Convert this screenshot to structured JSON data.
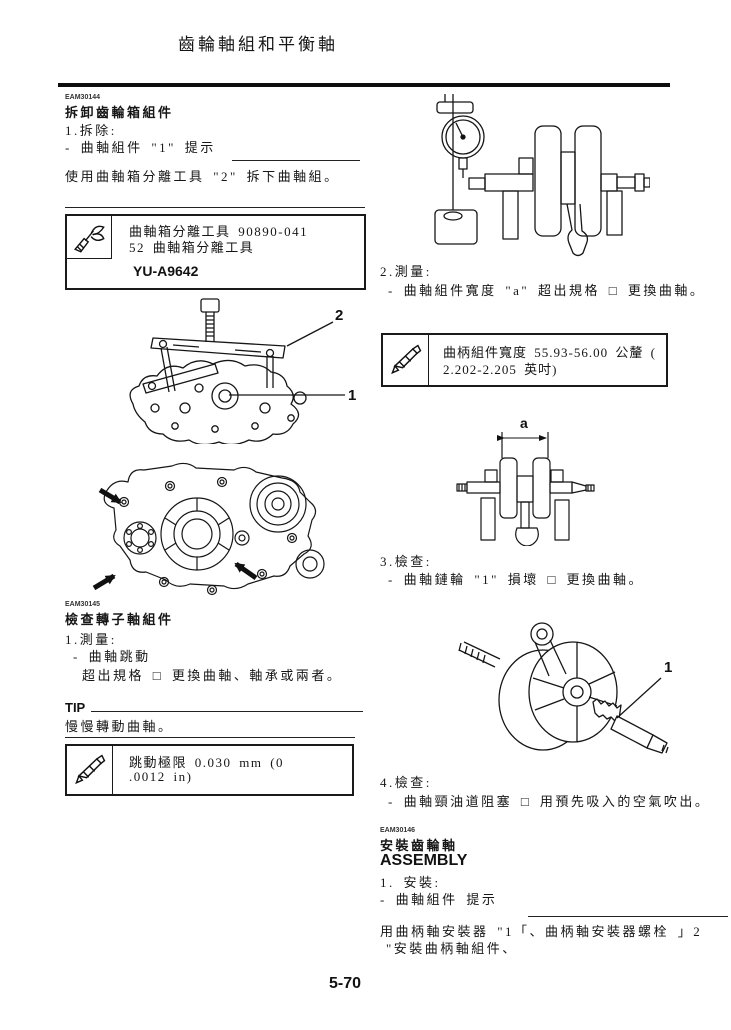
{
  "page": {
    "header_title": "齒輪軸組和平衡軸",
    "footer_page_number": "5-70"
  },
  "icons": {
    "tool_box_icon": "special-tool-icon",
    "spec_box_icon": "caliper-icon"
  },
  "left_column": {
    "removal": {
      "code": "EAM30144",
      "heading": "拆卸齒輪箱組件",
      "step": "1.拆除:",
      "bullet": "- 曲軸組件 \"1\" 提示",
      "tip_text": "使用曲軸箱分離工具 \"2\" 拆下曲軸組。"
    },
    "tool_box": {
      "line1": "曲軸箱分離工具 90890-041",
      "line2": "52 曲軸箱分離工具",
      "part_number": "YU-A9642"
    },
    "figure_separator": {
      "callout_2": "2",
      "callout_1": "1"
    },
    "inspection": {
      "code": "EAM30145",
      "heading": "檢查轉子軸組件",
      "step": "1.測量:",
      "bullet": "- 曲軸跳動",
      "result": "超出規格 □ 更換曲軸、軸承或兩者。",
      "tip_label": "TIP",
      "tip_text": "慢慢轉動曲軸。"
    },
    "spec_box_runout": {
      "line1": "跳動極限 0.030 mm (0",
      "line2": ".0012 in)"
    }
  },
  "right_column": {
    "step2": {
      "step": "2.測量:",
      "bullet": "- 曲軸組件寬度 \"a\" 超出規格 □ 更換曲軸。"
    },
    "spec_box_width": {
      "line1": "曲柄組件寬度 55.93-56.00 公釐 (",
      "line2": "2.202-2.205 英吋)"
    },
    "figure_width": {
      "label_a": "a"
    },
    "step3": {
      "step": "3.檢查:",
      "bullet": "- 曲軸鏈輪 \"1\" 損壞 □ 更換曲軸。"
    },
    "figure_crankshaft": {
      "callout_1": "1"
    },
    "step4": {
      "step": "4.檢查:",
      "bullet": "- 曲軸頸油道阻塞 □ 用預先吸入的空氣吹出。"
    },
    "assembly": {
      "code": "EAM30146",
      "heading": "安裝齒輪軸",
      "subheading": "ASSEMBLY",
      "step": "1. 安裝:",
      "bullet": "- 曲軸組件 提示",
      "tip_line1": "用曲柄軸安裝器 \"1「、曲柄軸安裝器螺栓 」2",
      "tip_line2": "\"安裝曲柄軸組件、"
    }
  }
}
